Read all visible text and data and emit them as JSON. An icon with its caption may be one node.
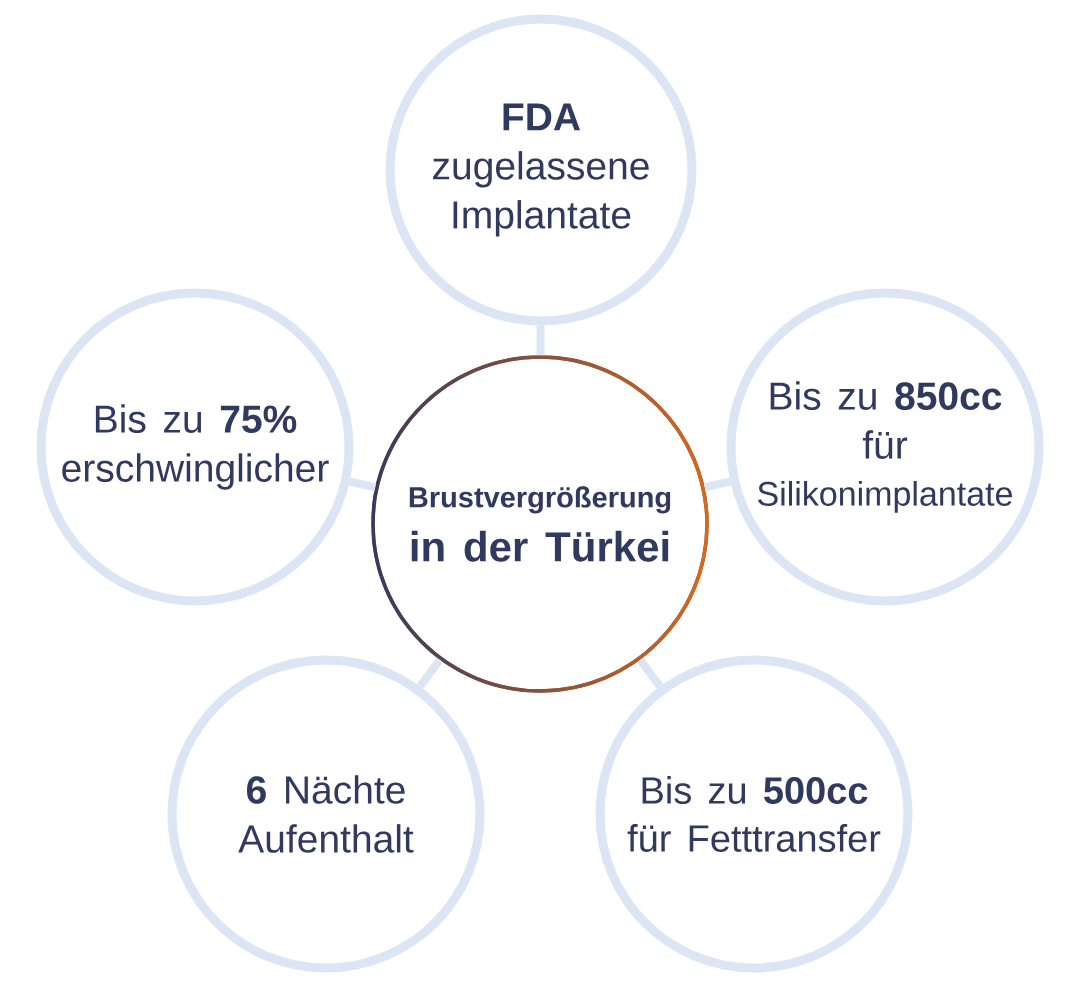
{
  "diagram": {
    "nodes": [
      {
        "text": [
          "**FDA** zugelassene Implantate"
        ]
      },
      {
        "text": [
          "Bis zu **75%** erschwinglicher"
        ]
      },
      {
        "text": [
          "Brustvergrößerung",
          "in der Türkei"
        ]
      },
      {
        "text": [
          "Bis zu **850cc** für",
          "Silikonimplantate"
        ]
      },
      {
        "text": [
          "**6** Nächte Aufenthalt"
        ]
      },
      {
        "text": [
          "Bis zu **500cc** für Fetttransfer"
        ]
      }
    ],
    "edges": [
      {
        "from": 2,
        "to": 0,
        "arrow": "none"
      },
      {
        "from": 2,
        "to": 1,
        "arrow": "none"
      },
      {
        "from": 2,
        "to": 3,
        "arrow": "none"
      },
      {
        "from": 2,
        "to": 4,
        "arrow": "none"
      },
      {
        "from": 2,
        "to": 5,
        "arrow": "none"
      }
    ]
  }
}
